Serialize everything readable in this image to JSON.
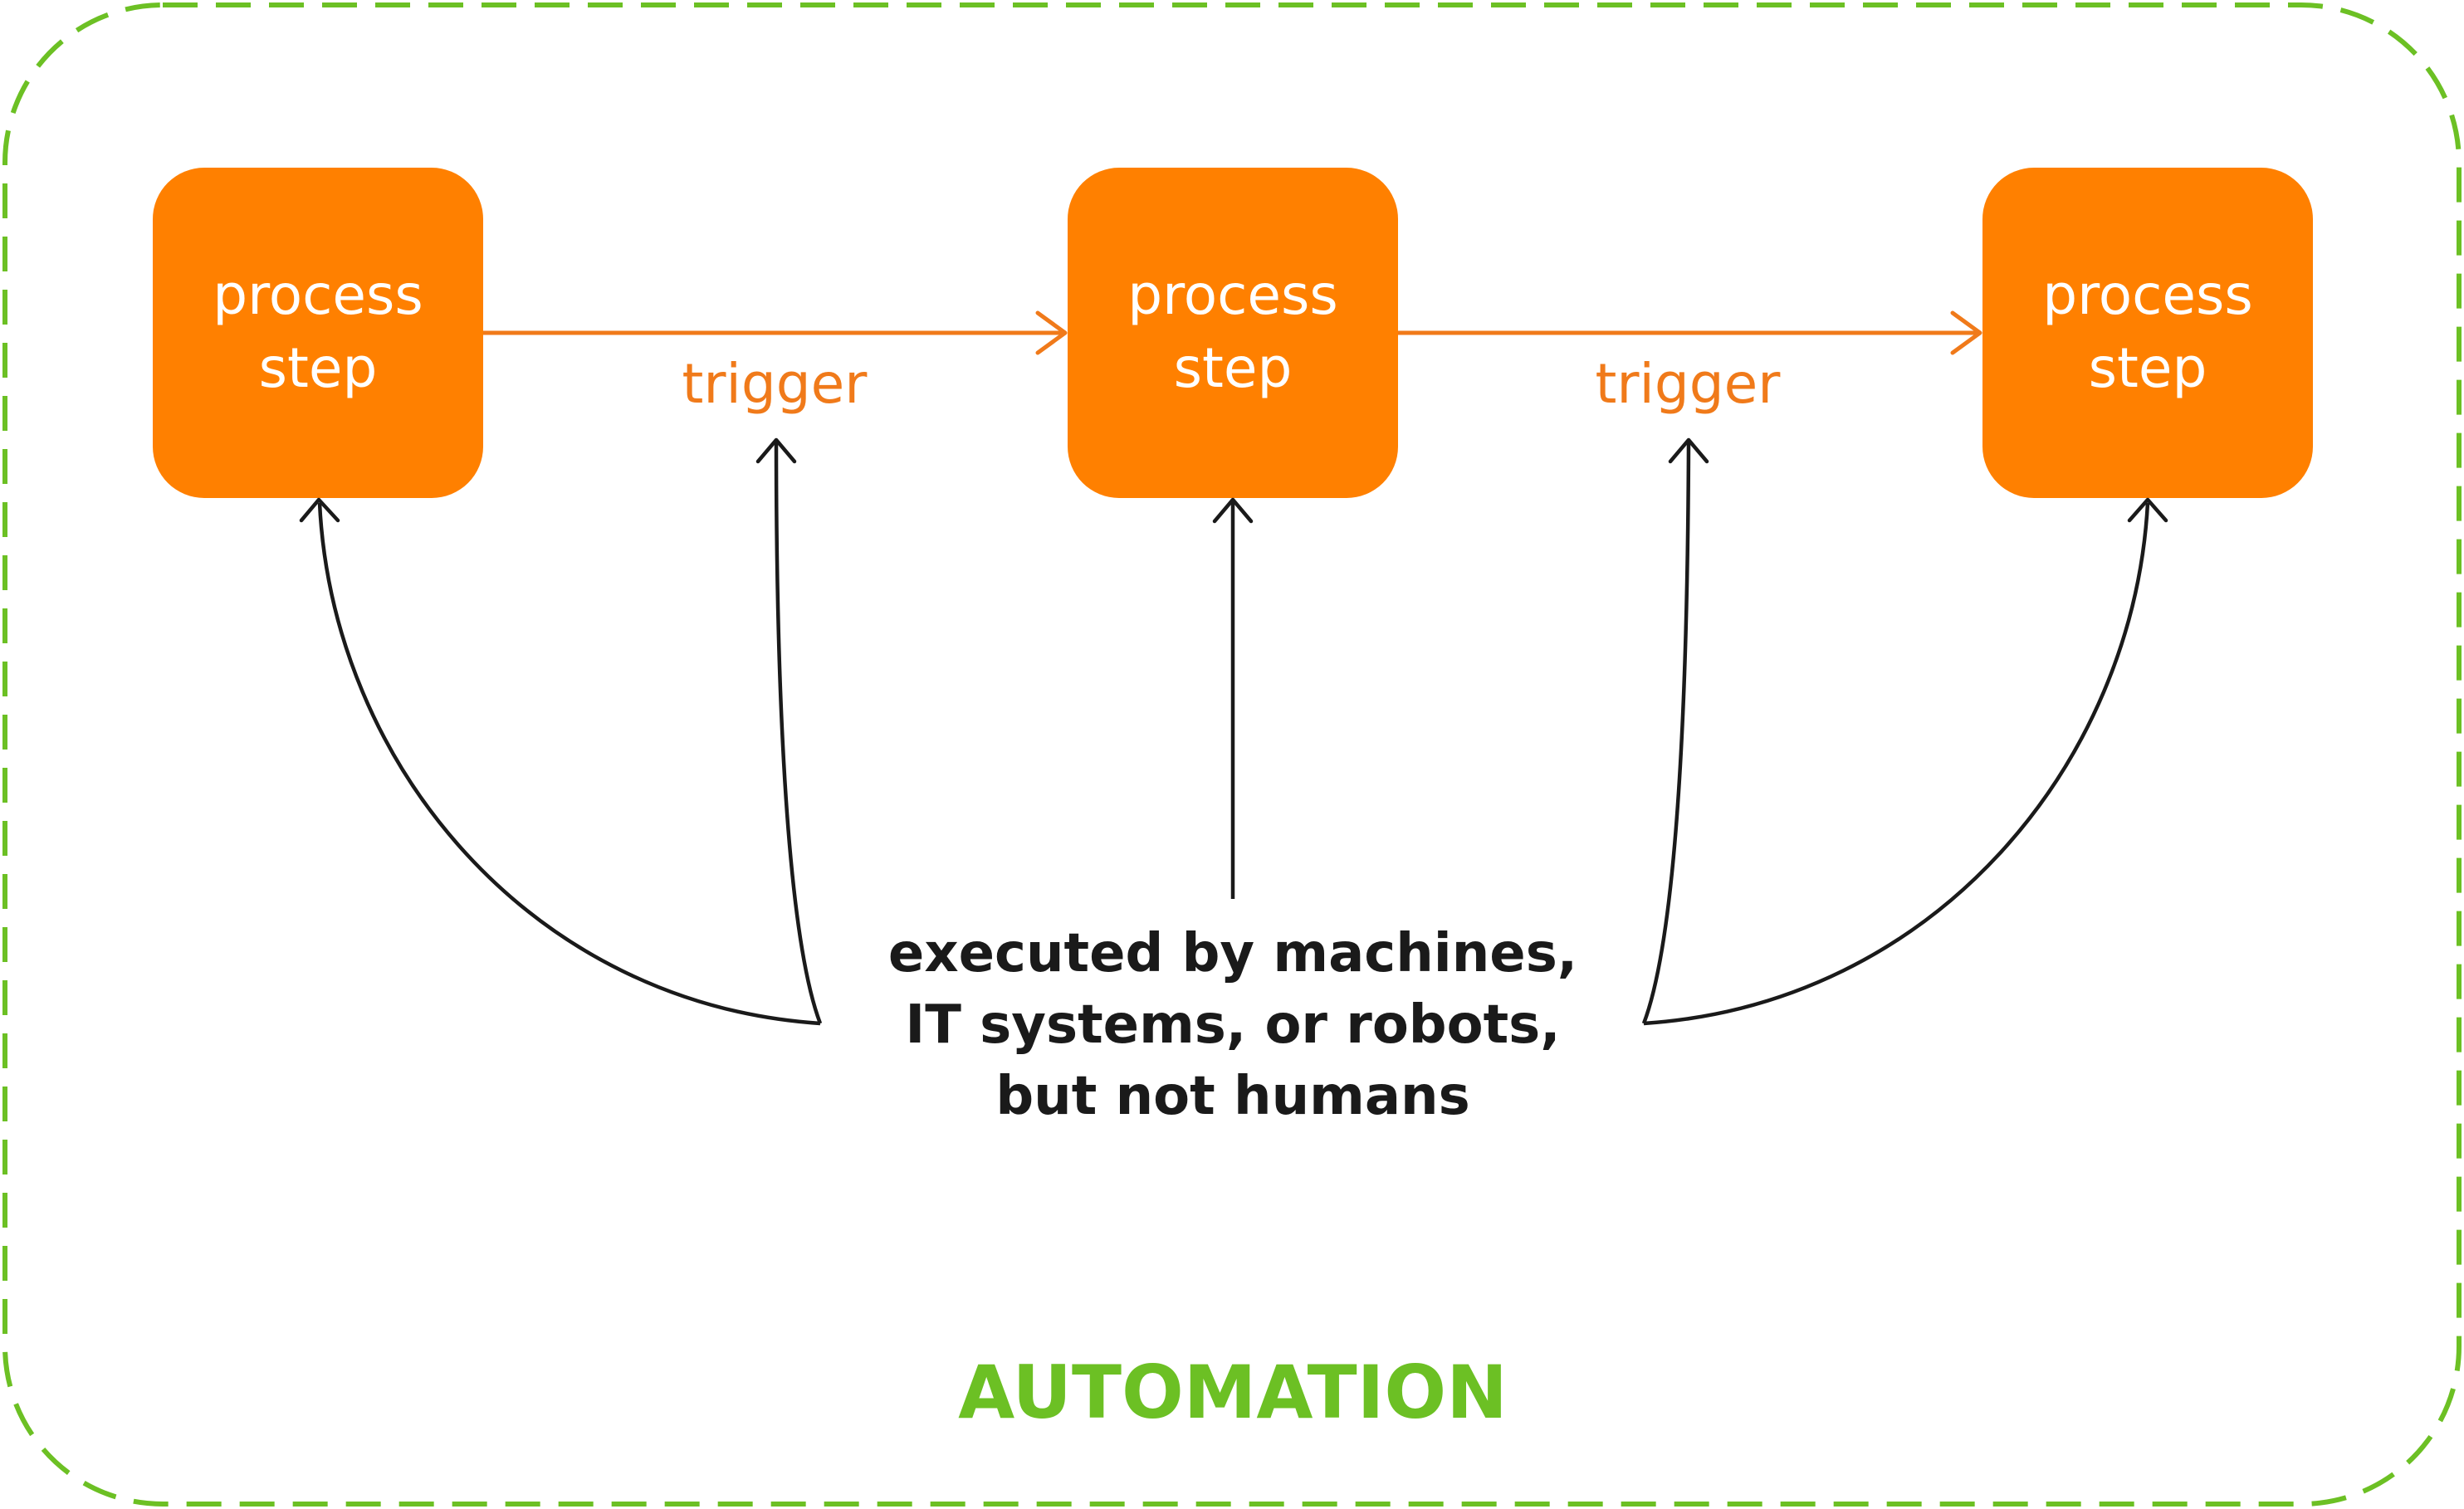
{
  "colors": {
    "frame": "#6cc024",
    "box": "#ff8000",
    "trigger": "#f07a1a",
    "ink": "#1a1a1a",
    "label": "#6cc024"
  },
  "steps": [
    {
      "line1": "process",
      "line2": "step"
    },
    {
      "line1": "process",
      "line2": "step"
    },
    {
      "line1": "process",
      "line2": "step"
    }
  ],
  "triggers": [
    "trigger",
    "trigger"
  ],
  "caption": {
    "line1": "executed by machines,",
    "line2": "IT systems, or robots,",
    "line3": "but not humans"
  },
  "frame_label": "AUTOMATION"
}
